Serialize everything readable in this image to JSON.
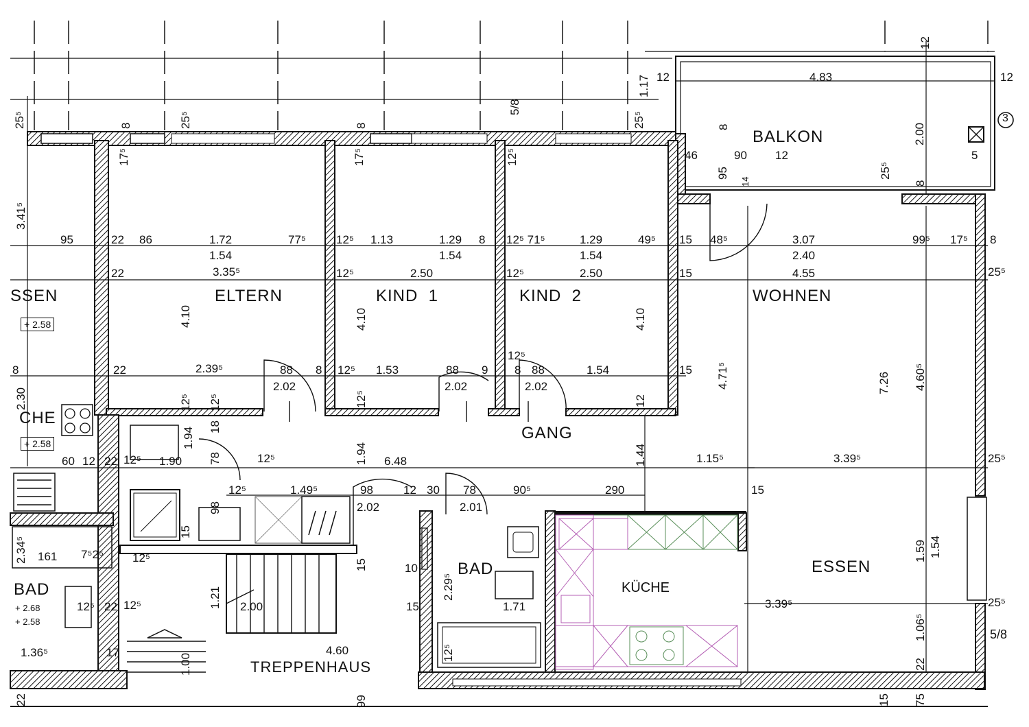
{
  "rooms": {
    "balkon": "BALKON",
    "eltern": "ELTERN",
    "kind1": "KIND  1",
    "kind2": "KIND  2",
    "wohnen": "WOHNEN",
    "gang": "GANG",
    "bad_main": "BAD",
    "bad_left": "BAD",
    "kueche": "KÜCHE",
    "essen": "ESSEN",
    "treppenhaus": "TREPPENHAUS",
    "essen_left": "SSEN",
    "kueche_left": "CHE"
  },
  "marks": {
    "axis_number": "3",
    "level_1": "+ 2.58",
    "level_2": "+ 2.58",
    "level_3": "+ 2.68",
    "level_4": "+ 2.58"
  },
  "dimensions": {
    "balkon_width": "4.83",
    "balkon_depth": "2.00",
    "d_12a": "12",
    "d_12b": "12",
    "d_12c": "12",
    "d_117": "1.17",
    "d_255a": "25⁵",
    "d_58a": "5/8",
    "d_8a": "8",
    "d_8b": "8",
    "d_8c": "8",
    "d_255b": "25⁵",
    "d_255c": "25⁵",
    "d_175a": "17⁵",
    "d_175b": "17⁵",
    "d_125a": "12⁵",
    "d_341": "3.41⁵",
    "d_46": "46",
    "d_90": "90",
    "d_12d": "12",
    "d_95a": "95",
    "d_14": "14",
    "d_5": "5",
    "d_255d": "25⁵",
    "d_8d": "8",
    "r1_95": "95",
    "r1_22": "22",
    "r1_86": "86",
    "r1_172": "1.72",
    "r1_775": "77⁵",
    "r1_125a": "12⁵",
    "r1_113": "1.13",
    "r1_129a": "1.29",
    "r1_8": "8",
    "r1_1257155": "12⁵ 71⁵",
    "r1_129b": "1.29",
    "r1_495": "49⁵",
    "r1_15": "15",
    "r1_485": "48⁵",
    "r1_307": "3.07",
    "r1_995": "99⁵",
    "r1_175": "17⁵",
    "r1_8b": "8",
    "r2_154a": "1.54",
    "r2_154b": "1.54",
    "r2_154c": "1.54",
    "r2_240": "2.40",
    "r3_22": "22",
    "r3_3355": "3.35⁵",
    "r3_125a": "12⁵",
    "r3_250a": "2.50",
    "r3_125b": "12⁵",
    "r3_250b": "2.50",
    "r3_15": "15",
    "r3_455": "4.55",
    "r3_255": "25⁵",
    "h_410a": "4.10",
    "h_410b": "4.10",
    "h_410c": "4.10",
    "h_4715": "4.71⁵",
    "h_726": "7.26",
    "h_4605": "4.60⁵",
    "r4_22": "22",
    "r4_2395": "2.39⁵",
    "r4_88a": "88",
    "r4_8": "8",
    "r4_125a": "12⁵",
    "r4_153": "1.53",
    "r4_88b": "88",
    "r4_9": "9",
    "r4_125b": "12⁵",
    "r4_8b": "8",
    "r4_88c": "88",
    "r4_154": "1.54",
    "r4_15": "15",
    "door_202a": "2.02",
    "door_202b": "2.02",
    "door_202c": "2.02",
    "door_202d": "2.02",
    "door_201": "2.01",
    "d_125v1": "12⁵",
    "d_125v2": "12⁵",
    "d_125v3": "12⁵",
    "d_12v": "12",
    "d_230": "2.30",
    "d_8l": "8",
    "d_194a": "1.94",
    "d_194b": "1.94",
    "d_18": "18",
    "d_78a": "78",
    "d_144": "1.44",
    "r5_60": "60",
    "r5_12": "12",
    "r5_22": "22",
    "r5_125": "12⁵",
    "r5_190": "1.90",
    "r5_125b": "12⁵",
    "r5_648": "6.48",
    "r5_1155": "1.15⁵",
    "r5_3395": "3.39⁵",
    "r5_255": "25⁵",
    "r6_125": "12⁵",
    "r6_1495": "1.49⁵",
    "r6_98": "98",
    "r6_12": "12",
    "r6_30": "30",
    "r6_78": "78",
    "r6_905": "90⁵",
    "r6_290": "290",
    "r6_15": "15",
    "b_98": "98",
    "b_15": "15",
    "b_2345": "2.34⁵",
    "b_161": "161",
    "b_725": "7⁵2⁵",
    "b_125": "12⁵",
    "b_15b": "15",
    "b_10": "10",
    "b_2295": "2.29⁵",
    "b_15c": "15",
    "b_171": "1.71",
    "b_159": "1.59",
    "b_154": "1.54",
    "b_255": "25⁵",
    "b_3395": "3.39⁵",
    "b_1065": "1.06⁵",
    "b_58": "5/8",
    "b_22": "22",
    "b_121": "1.21",
    "b_200": "2.00",
    "b_125c": "12⁵",
    "b_22b": "22",
    "b_125d": "12⁵",
    "b_136": "1.36⁵",
    "b_17": "17",
    "b_100": "1.00",
    "b_460": "4.60",
    "b_125e": "12⁵",
    "b_99": "99",
    "b_22c": "22",
    "b_75": "75",
    "b_15d": "15"
  }
}
